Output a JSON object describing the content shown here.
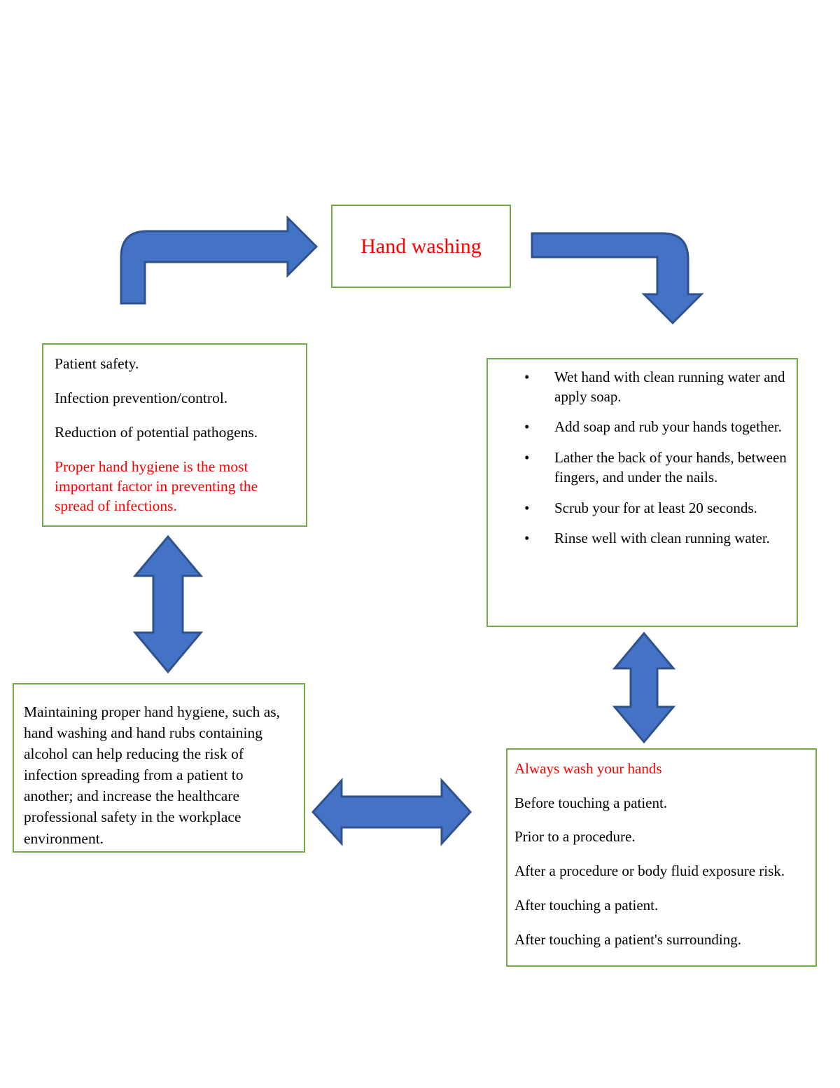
{
  "title_box": {
    "text": "Hand washing",
    "text_color": "#FF0000",
    "border_color": "#70AD47"
  },
  "benefits_box": {
    "lines": [
      {
        "text": "Patient safety.",
        "color": "#000000"
      },
      {
        "text": "Infection prevention/control.",
        "color": "#000000"
      },
      {
        "text": "Reduction of potential pathogens.",
        "color": "#000000"
      },
      {
        "text": "Proper hand hygiene is the most important factor in preventing the spread of infections.",
        "color": "#FF0000"
      }
    ]
  },
  "steps_box": {
    "bullet_glyph": "•",
    "items": [
      "Wet hand with clean running water and apply soap.",
      "Add soap and rub your hands together.",
      "Lather the back of your hands, between fingers, and under the nails.",
      "Scrub your for at least 20 seconds.",
      "Rinse well with clean running water."
    ]
  },
  "maintain_box": {
    "paragraph": "Maintaining proper hand hygiene, such as, hand washing and hand rubs containing alcohol can help reducing the risk of infection spreading from a patient to another; and increase the healthcare professional safety in the workplace environment."
  },
  "moments_box": {
    "lines": [
      {
        "text": "Always wash your hands",
        "color": "#FF0000"
      },
      {
        "text": "Before touching a patient.",
        "color": "#000000"
      },
      {
        "text": "Prior to a procedure.",
        "color": "#000000"
      },
      {
        "text": "After a procedure or body fluid exposure risk.",
        "color": "#000000"
      },
      {
        "text": "After touching a patient.",
        "color": "#000000"
      },
      {
        "text": "After touching a patient's surrounding.",
        "color": "#000000"
      }
    ]
  },
  "arrows": {
    "fill_color": "#4472C4",
    "stroke_color": "#2F528F",
    "items": [
      {
        "name": "arrow-bent-up-right-to-title",
        "kind": "bent-elbow",
        "direction": "right"
      },
      {
        "name": "arrow-bent-right-down-to-steps",
        "kind": "bent-elbow",
        "direction": "down"
      },
      {
        "name": "arrow-double-vertical-benefits-maintain",
        "kind": "double-headed",
        "direction": "vertical"
      },
      {
        "name": "arrow-double-vertical-steps-moments",
        "kind": "double-headed",
        "direction": "vertical"
      },
      {
        "name": "arrow-double-horizontal-maintain-moments",
        "kind": "double-headed",
        "direction": "horizontal"
      }
    ]
  }
}
